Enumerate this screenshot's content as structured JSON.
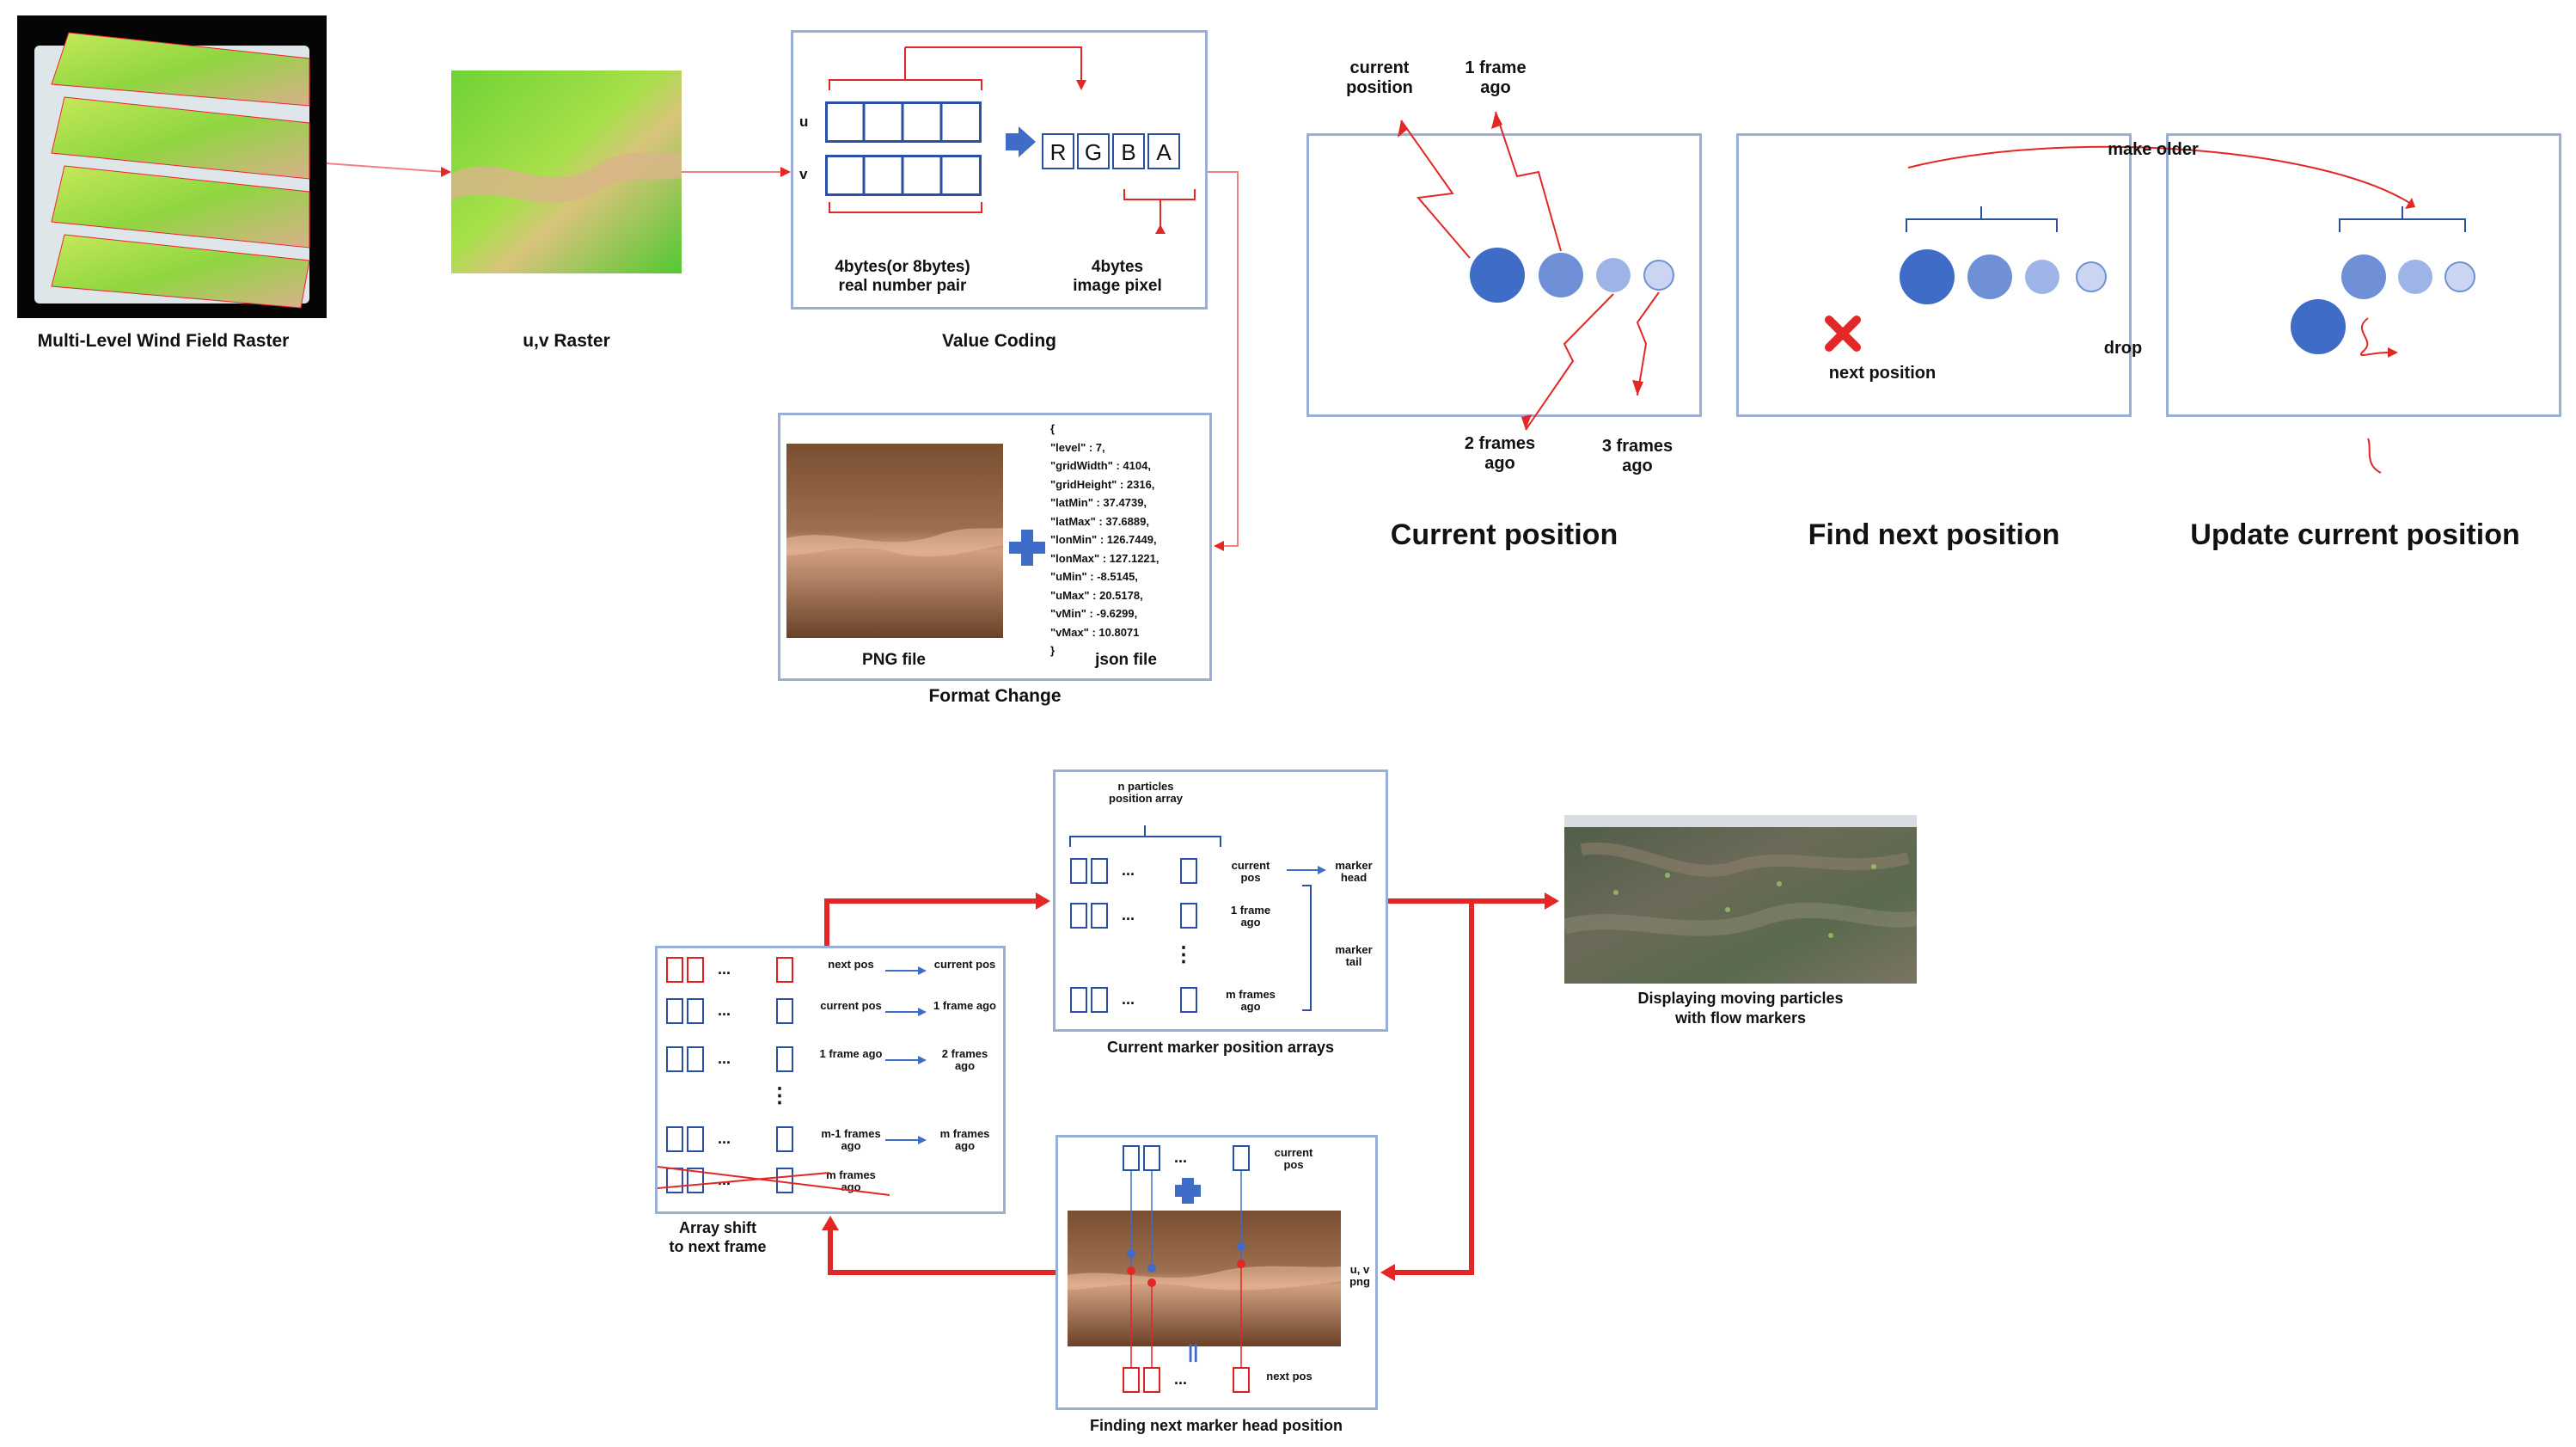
{
  "stage1": {
    "wind_layers_caption": "Multi-Level Wind Field Raster",
    "uv_raster_caption": "u,v Raster",
    "value_coding": {
      "caption": "Value Coding",
      "row_u": "u",
      "row_v": "v",
      "rgba": [
        "R",
        "G",
        "B",
        "A"
      ],
      "left_note_line1": "4bytes(or 8bytes)",
      "left_note_line2": "real number pair",
      "right_note_line1": "4bytes",
      "right_note_line2": "image pixel"
    },
    "format_change": {
      "caption": "Format Change",
      "png_label": "PNG file",
      "json_label": "json file",
      "json_lines": [
        "{",
        "\"level\" : 7,",
        "\"gridWidth\" : 4104,",
        "\"gridHeight\" : 2316,",
        "\"latMin\" : 37.4739,",
        "\"latMax\" : 37.6889,",
        "\"lonMin\" : 126.7449,",
        "\"lonMax\" : 127.1221,",
        "\"uMin\" : -8.5145,",
        "\"uMax\" : 20.5178,",
        "\"vMin\" : -9.6299,",
        "\"vMax\" : 10.8071",
        "}"
      ]
    }
  },
  "stage2": {
    "current_position_title": "Current position",
    "find_next_title": "Find next position",
    "update_title": "Update current position",
    "label_current_line1": "current",
    "label_current_line2": "position",
    "label_1frame_line1": "1 frame",
    "label_1frame_line2": "ago",
    "label_2frames_line1": "2 frames",
    "label_2frames_line2": "ago",
    "label_3frames_line1": "3 frames",
    "label_3frames_line2": "ago",
    "make_older": "make older",
    "next_position": "next position",
    "drop": "drop",
    "colors": {
      "circle_dark": "#3f6cc7",
      "circle_mid": "#6f8fd6",
      "circle_light": "#9fb4e6",
      "circle_pale": "#c9d5f1",
      "arrow_red": "#e32727"
    }
  },
  "stage3": {
    "array_shift": {
      "caption_line1": "Array shift",
      "caption_line2": "to next frame",
      "rows": [
        {
          "left": "next pos",
          "right": "current pos"
        },
        {
          "left": "current pos",
          "right": "1 frame ago"
        },
        {
          "left": "1 frame ago",
          "right": "2 frames ago"
        },
        {
          "left": "m-1 frames ago",
          "right": "m frames ago"
        },
        {
          "left": "m frames ago",
          "right": ""
        }
      ],
      "ellipsis": "...",
      "vdots": "⋮"
    },
    "current_marker": {
      "caption": "Current marker position arrays",
      "top_label_line1": "n particles",
      "top_label_line2": "position array",
      "rows": [
        "current pos",
        "1 frame ago",
        "m frames ago"
      ],
      "marker_head": "marker head",
      "marker_tail": "marker tail",
      "ellipsis": "...",
      "vdots": "⋮"
    },
    "finding_next": {
      "caption": "Finding next marker head position",
      "top_label": "current pos",
      "side_label_line1": "u, v",
      "side_label_line2": "png",
      "bottom_label": "next pos",
      "ellipsis": "...",
      "equals": "||"
    },
    "display": {
      "caption_line1": "Displaying moving particles",
      "caption_line2": "with flow markers"
    }
  }
}
